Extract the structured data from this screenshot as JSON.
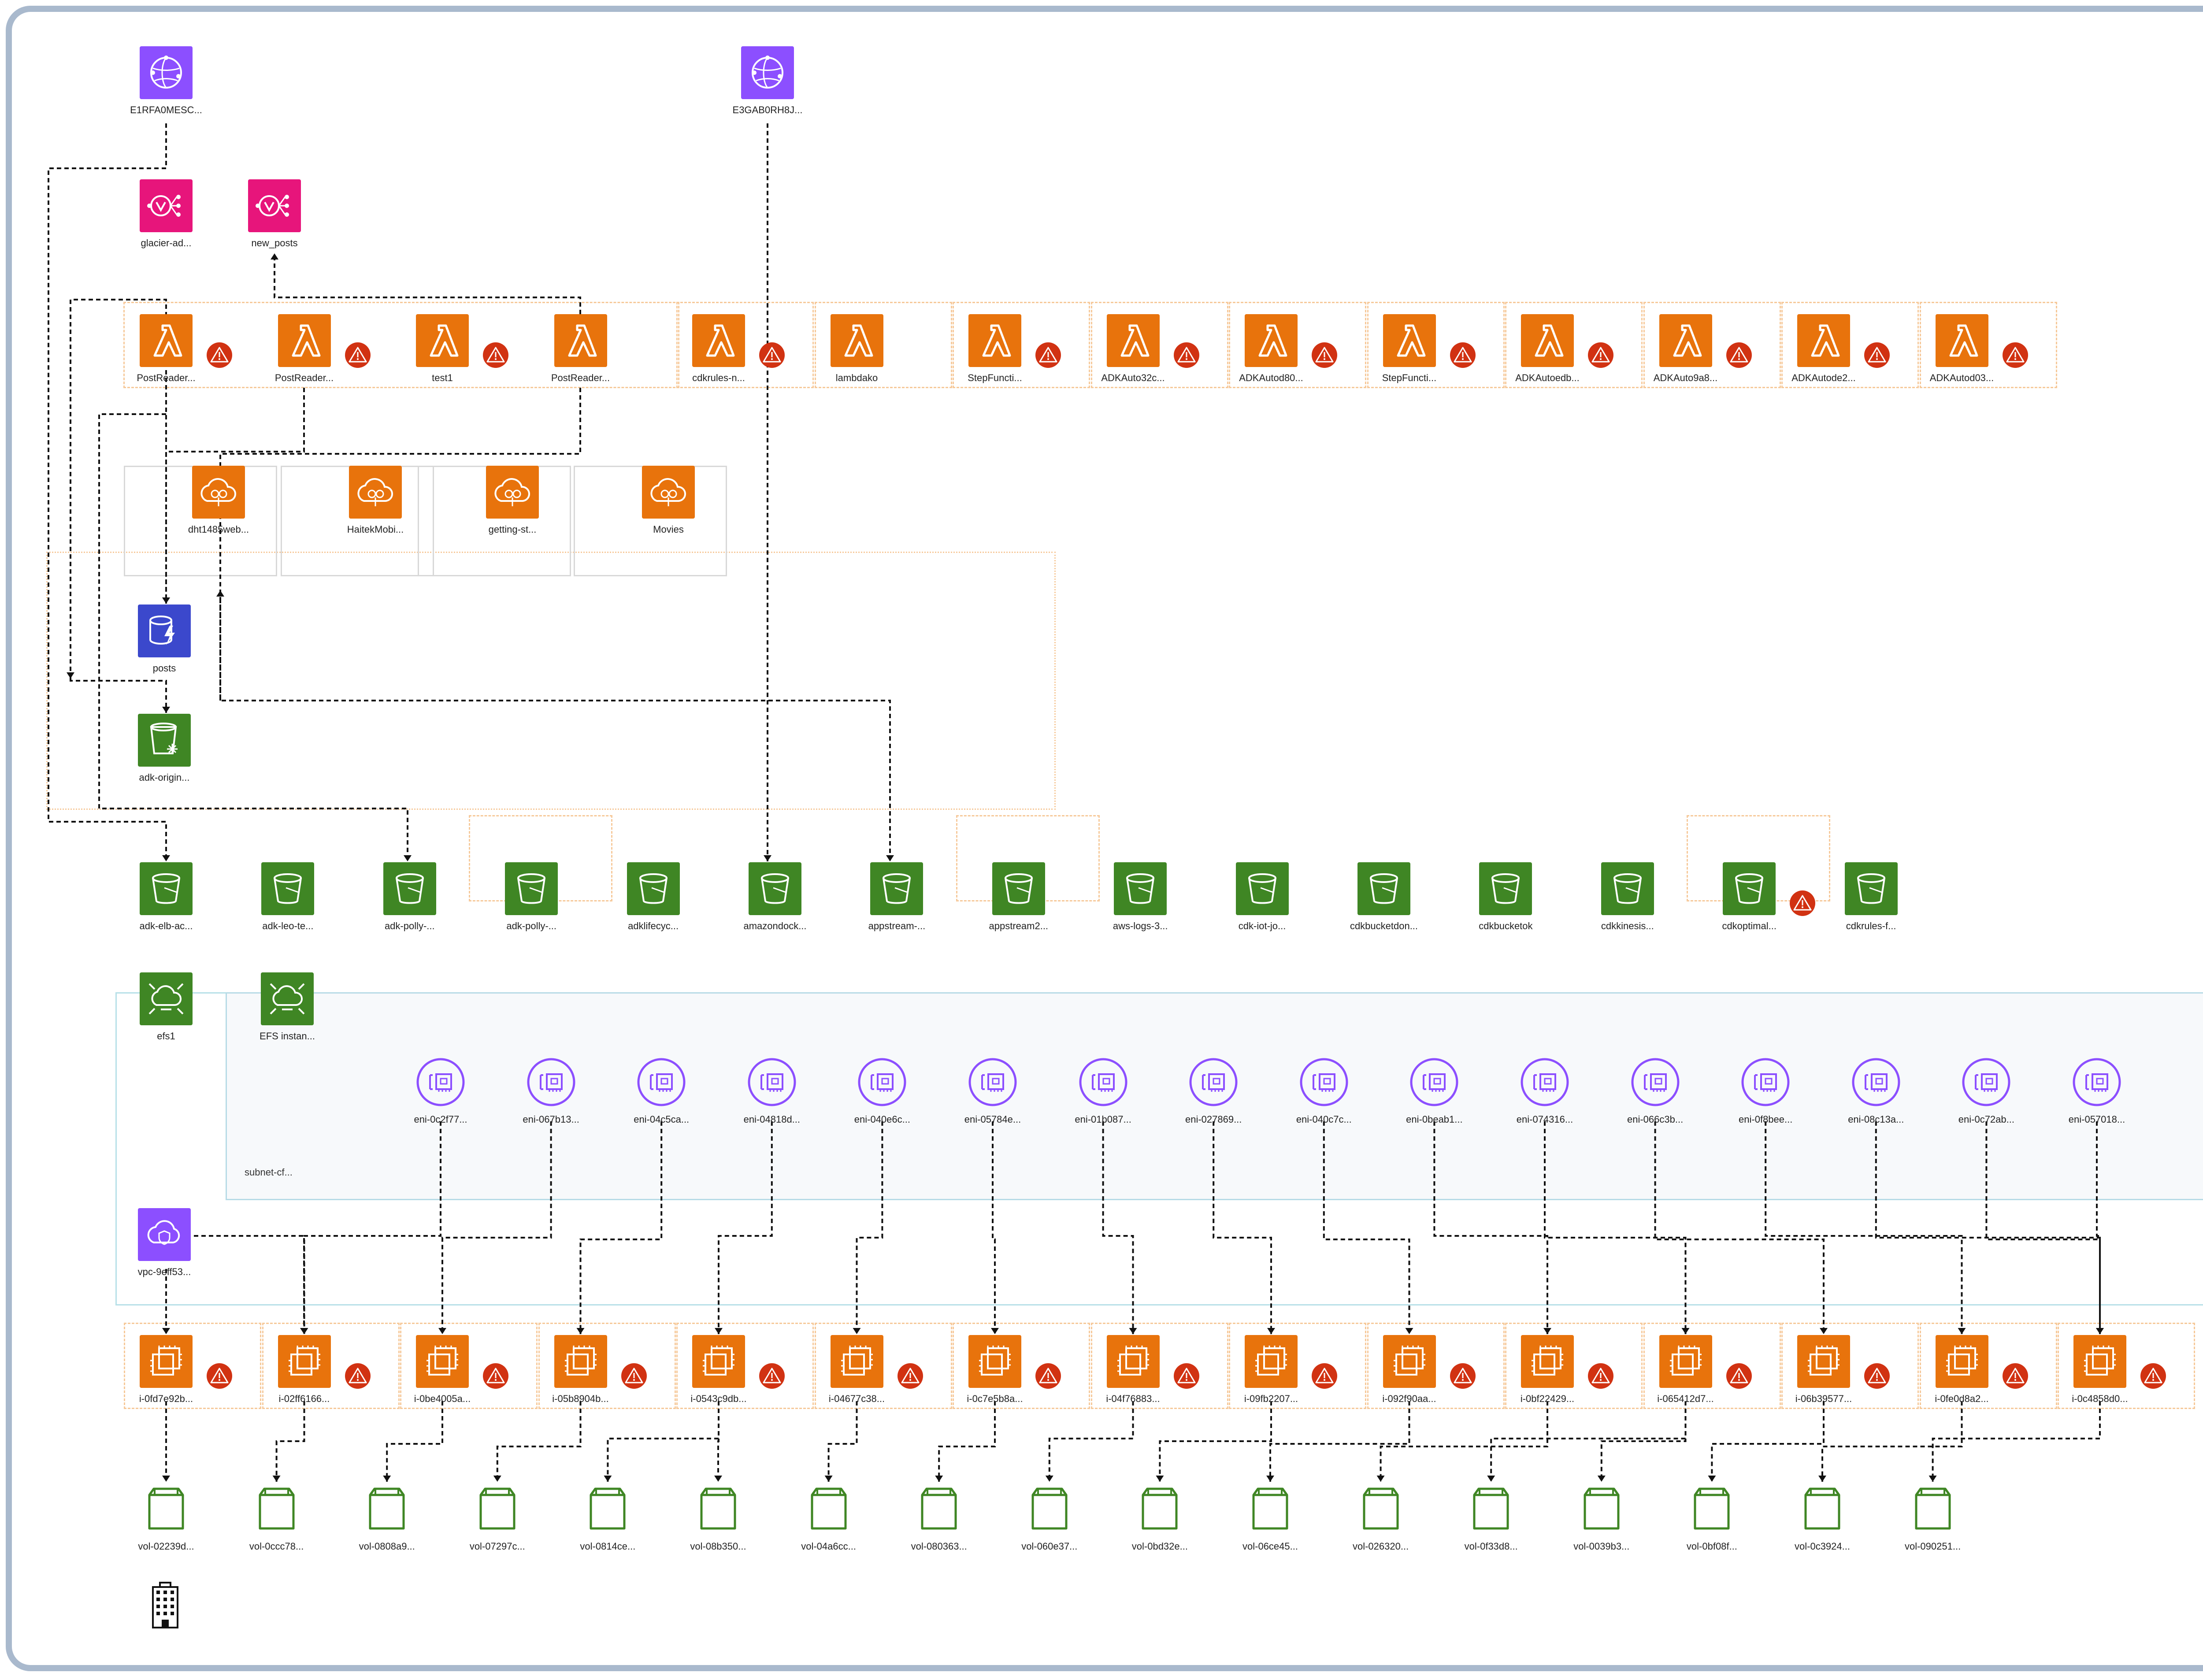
{
  "colors": {
    "compute": "#e8730c",
    "storage": "#3f8624",
    "networking": "#8c4fff",
    "integration": "#e7157b",
    "database": "#3b48cc",
    "warning": "#d13212",
    "edge": "#111111",
    "frame": "#a9b9cd"
  },
  "cloudfront": [
    {
      "label": "E1RFA0MESC...",
      "icon": "cloudfront-icon"
    },
    {
      "label": "E3GAB0RH8J...",
      "icon": "cloudfront-icon"
    }
  ],
  "sns_topics": [
    {
      "label": "glacier-ad...",
      "icon": "sns-topic-icon"
    },
    {
      "label": "new_posts",
      "icon": "sns-topic-icon"
    }
  ],
  "lambdas": [
    {
      "label": "PostReader...",
      "warning": true
    },
    {
      "label": "PostReader...",
      "warning": true
    },
    {
      "label": "test1",
      "warning": true
    },
    {
      "label": "PostReader...",
      "warning": false
    },
    {
      "label": "cdkrules-n...",
      "warning": true
    },
    {
      "label": "lambdako",
      "warning": false
    },
    {
      "label": "StepFuncti...",
      "warning": true
    },
    {
      "label": "ADKAuto32c...",
      "warning": true
    },
    {
      "label": "ADKAutod80...",
      "warning": true
    },
    {
      "label": "StepFuncti...",
      "warning": true
    },
    {
      "label": "ADKAutoedb...",
      "warning": true
    },
    {
      "label": "ADKAuto9a8...",
      "warning": true
    },
    {
      "label": "ADKAutode2...",
      "warning": true
    },
    {
      "label": "ADKAutod03...",
      "warning": true
    }
  ],
  "elastic_beanstalk": [
    {
      "label": "dht1485web..."
    },
    {
      "label": "HaitekMobi..."
    },
    {
      "label": "getting-st..."
    },
    {
      "label": "Movies"
    }
  ],
  "dynamodb": {
    "label": "posts",
    "icon": "dynamodb-table-icon"
  },
  "glacier_bucket": {
    "label": "adk-origin...",
    "icon": "s3-glacier-bucket-icon"
  },
  "s3_buckets": [
    {
      "label": "adk-elb-ac...",
      "warning": false
    },
    {
      "label": "adk-leo-te...",
      "warning": false
    },
    {
      "label": "adk-polly-...",
      "warning": false
    },
    {
      "label": "adk-polly-...",
      "warning": false
    },
    {
      "label": "adklifecyc...",
      "warning": false
    },
    {
      "label": "amazondock...",
      "warning": false
    },
    {
      "label": "appstream-...",
      "warning": false
    },
    {
      "label": "appstream2...",
      "warning": false
    },
    {
      "label": "aws-logs-3...",
      "warning": false
    },
    {
      "label": "cdk-iot-jo...",
      "warning": false
    },
    {
      "label": "cdkbucketdon...",
      "warning": false
    },
    {
      "label": "cdkbucketok",
      "warning": false
    },
    {
      "label": "cdkkinesis...",
      "warning": false
    },
    {
      "label": "cdkoptimal...",
      "warning": true
    },
    {
      "label": "cdkrules-f...",
      "warning": false
    }
  ],
  "efs": [
    {
      "label": "efs1"
    },
    {
      "label": "EFS instan..."
    }
  ],
  "subnet": {
    "label": "subnet-cf..."
  },
  "enis": [
    {
      "label": "eni-0c2f77..."
    },
    {
      "label": "eni-067b13..."
    },
    {
      "label": "eni-04c5ca..."
    },
    {
      "label": "eni-04818d..."
    },
    {
      "label": "eni-040e6c..."
    },
    {
      "label": "eni-05784e..."
    },
    {
      "label": "eni-01b087..."
    },
    {
      "label": "eni-027869..."
    },
    {
      "label": "eni-040c7c..."
    },
    {
      "label": "eni-0beab1..."
    },
    {
      "label": "eni-074316..."
    },
    {
      "label": "eni-066c3b..."
    },
    {
      "label": "eni-0f8bee..."
    },
    {
      "label": "eni-08c13a..."
    },
    {
      "label": "eni-0c72ab..."
    },
    {
      "label": "eni-057018..."
    }
  ],
  "vpc": {
    "label": "vpc-9eff53...",
    "icon": "vpc-icon"
  },
  "instances": [
    {
      "label": "i-0fd7e92b..."
    },
    {
      "label": "i-02ff6166..."
    },
    {
      "label": "i-0be4005a..."
    },
    {
      "label": "i-05b8904b..."
    },
    {
      "label": "i-0543c9db..."
    },
    {
      "label": "i-04677c38..."
    },
    {
      "label": "i-0c7e5b8a..."
    },
    {
      "label": "i-04f76883..."
    },
    {
      "label": "i-09fb2207..."
    },
    {
      "label": "i-092f90aa..."
    },
    {
      "label": "i-0bf22429..."
    },
    {
      "label": "i-065412d7..."
    },
    {
      "label": "i-06b39577..."
    },
    {
      "label": "i-0fe0d8a2..."
    },
    {
      "label": "i-0c4858d0..."
    }
  ],
  "volumes": [
    {
      "label": "vol-02239d..."
    },
    {
      "label": "vol-0ccc78..."
    },
    {
      "label": "vol-0808a9..."
    },
    {
      "label": "vol-07297c..."
    },
    {
      "label": "vol-0814ce..."
    },
    {
      "label": "vol-08b350..."
    },
    {
      "label": "vol-04a6cc..."
    },
    {
      "label": "vol-080363..."
    },
    {
      "label": "vol-060e37..."
    },
    {
      "label": "vol-0bd32e..."
    },
    {
      "label": "vol-06ce45..."
    },
    {
      "label": "vol-026320..."
    },
    {
      "label": "vol-0f33d8..."
    },
    {
      "label": "vol-0039b3..."
    },
    {
      "label": "vol-0bf08f..."
    },
    {
      "label": "vol-0c3924..."
    },
    {
      "label": "vol-090251..."
    }
  ],
  "account_icon": "corporate-building-icon"
}
